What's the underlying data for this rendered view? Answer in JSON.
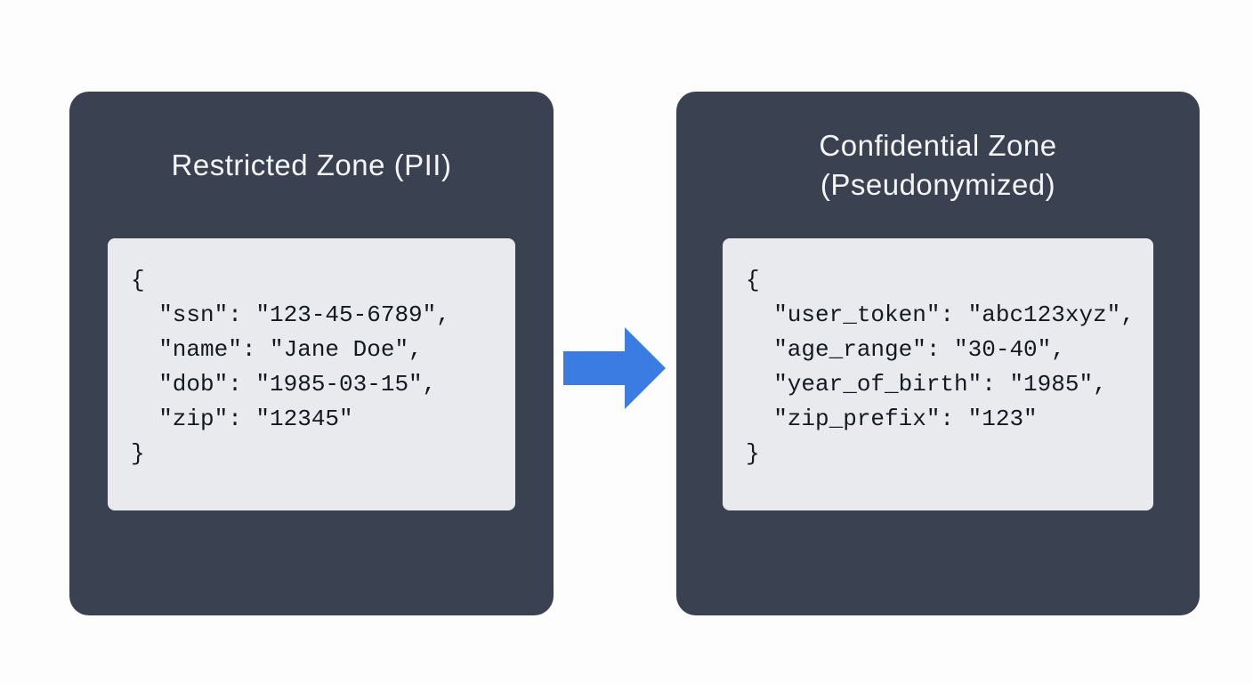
{
  "colors": {
    "page_bg": "#fdfdfd",
    "panel_bg": "#3a4150",
    "code_bg": "#e8eaed",
    "code_text": "#15181e",
    "title_text": "#f3f5f7"
  },
  "arrow": {
    "color": "#3b7ce2"
  },
  "panels": [
    {
      "title": "Restricted Zone (PII)",
      "code": "{\n  \"ssn\": \"123-45-6789\",\n  \"name\": \"Jane Doe\",\n  \"dob\": \"1985-03-15\",\n  \"zip\": \"12345\"\n}"
    },
    {
      "title": "Confidential Zone (Pseudonymized)",
      "code": "{\n  \"user_token\": \"abc123xyz\",\n  \"age_range\": \"30-40\",\n  \"year_of_birth\": \"1985\",\n  \"zip_prefix\": \"123\"\n}"
    }
  ]
}
